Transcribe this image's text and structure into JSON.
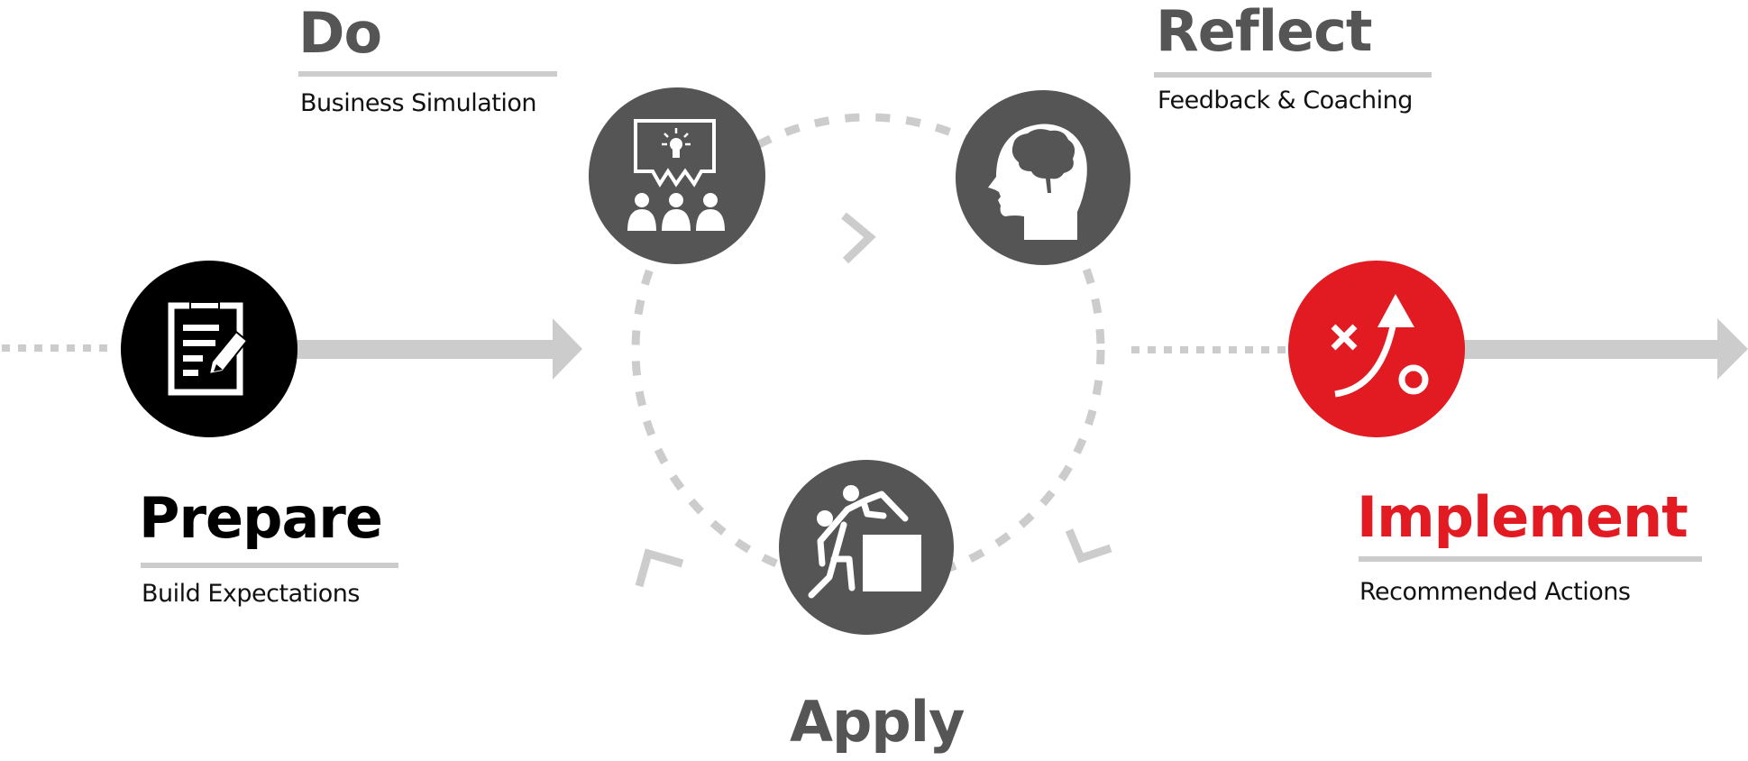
{
  "colors": {
    "dark_gray": "#555555",
    "black": "#000000",
    "red": "#e21b23",
    "light_gray": "#cccccc",
    "white": "#ffffff"
  },
  "stages": {
    "prepare": {
      "title": "Prepare",
      "subtitle": "Build Expectations",
      "icon": "clipboard-pencil-icon",
      "color": "black"
    },
    "do": {
      "title": "Do",
      "subtitle": "Business Simulation",
      "icon": "presentation-audience-icon",
      "color": "dark_gray"
    },
    "reflect": {
      "title": "Reflect",
      "subtitle": "Feedback & Coaching",
      "icon": "head-brain-icon",
      "color": "dark_gray"
    },
    "apply": {
      "title": "Apply",
      "subtitle": "",
      "icon": "person-climbing-box-icon",
      "color": "dark_gray"
    },
    "implement": {
      "title": "Implement",
      "subtitle": "Recommended Actions",
      "icon": "strategy-play-icon",
      "color": "red"
    }
  },
  "cycle": {
    "label": "learning-cycle",
    "direction": "clockwise",
    "order": [
      "do",
      "reflect",
      "apply"
    ]
  },
  "flow": [
    "prepare",
    "cycle",
    "implement"
  ]
}
